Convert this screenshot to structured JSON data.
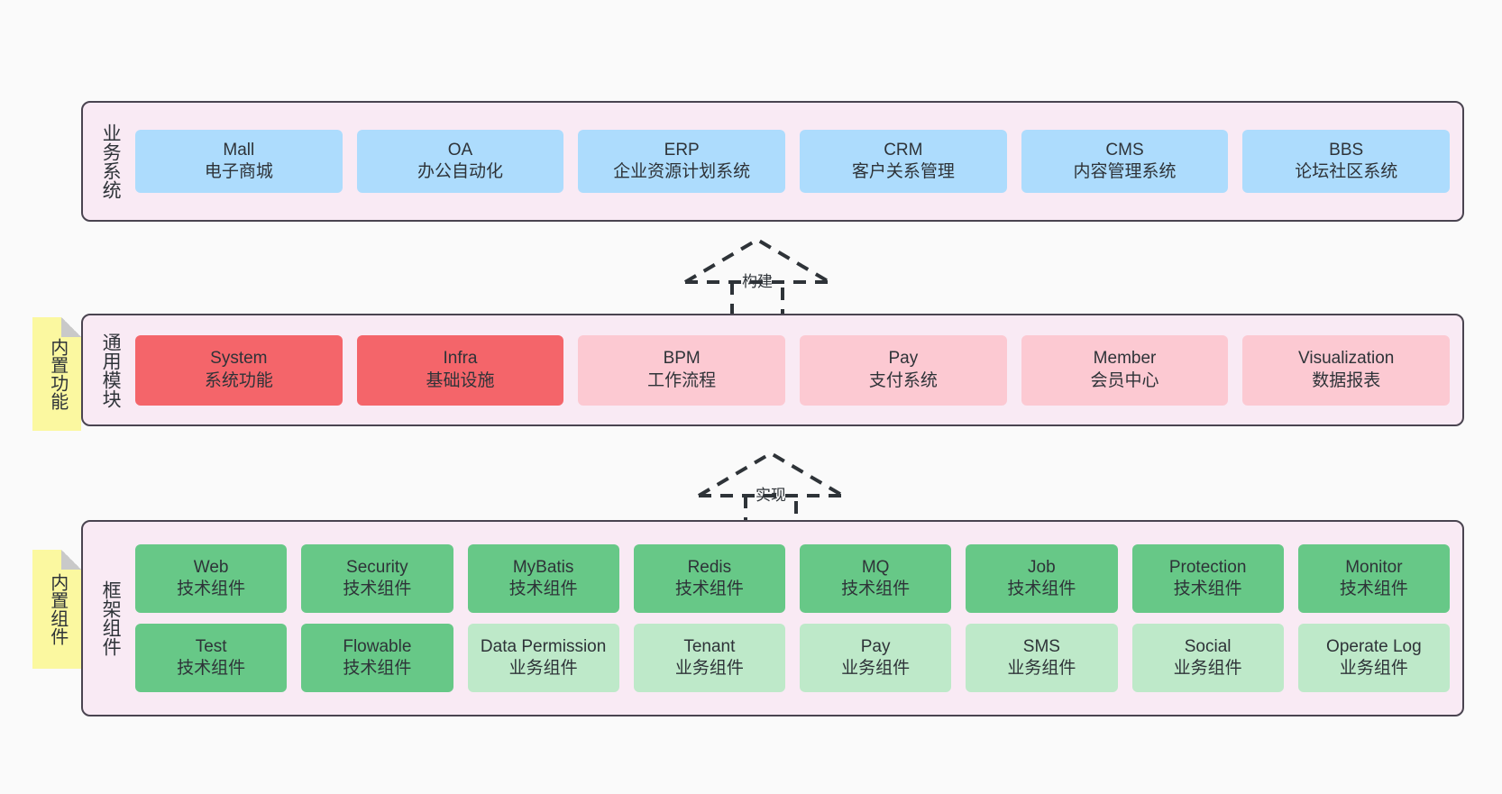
{
  "diagram": {
    "title": "ruoyi-vue-pro architecture layers",
    "colors": {
      "panel_bg": "#f9eaf4",
      "panel_border": "#4a4450",
      "blue": "#addcfd",
      "red": "#f4656a",
      "pink": "#fcc9d2",
      "green": "#67c887",
      "green_light": "#bee9c9",
      "sticky_yellow": "#fbf8a0",
      "canvas": "#fafafa"
    }
  },
  "layers": [
    {
      "id": "business",
      "title": "业务系统",
      "rows": [
        {
          "cells": [
            {
              "en": "Mall",
              "cn": "电子商城",
              "color": "c-blue"
            },
            {
              "en": "OA",
              "cn": "办公自动化",
              "color": "c-blue"
            },
            {
              "en": "ERP",
              "cn": "企业资源计划系统",
              "color": "c-blue"
            },
            {
              "en": "CRM",
              "cn": "客户关系管理",
              "color": "c-blue"
            },
            {
              "en": "CMS",
              "cn": "内容管理系统",
              "color": "c-blue"
            },
            {
              "en": "BBS",
              "cn": "论坛社区系统",
              "color": "c-blue"
            }
          ]
        }
      ]
    },
    {
      "id": "common",
      "title": "通用模块",
      "rows": [
        {
          "cells": [
            {
              "en": "System",
              "cn": "系统功能",
              "color": "c-red"
            },
            {
              "en": "Infra",
              "cn": "基础设施",
              "color": "c-red"
            },
            {
              "en": "BPM",
              "cn": "工作流程",
              "color": "c-pink"
            },
            {
              "en": "Pay",
              "cn": "支付系统",
              "color": "c-pink"
            },
            {
              "en": "Member",
              "cn": "会员中心",
              "color": "c-pink"
            },
            {
              "en": "Visualization",
              "cn": "数据报表",
              "color": "c-pink"
            }
          ]
        }
      ]
    },
    {
      "id": "frame",
      "title": "框架组件",
      "rows": [
        {
          "cells": [
            {
              "en": "Web",
              "cn": "技术组件",
              "color": "c-green"
            },
            {
              "en": "Security",
              "cn": "技术组件",
              "color": "c-green"
            },
            {
              "en": "MyBatis",
              "cn": "技术组件",
              "color": "c-green"
            },
            {
              "en": "Redis",
              "cn": "技术组件",
              "color": "c-green"
            },
            {
              "en": "MQ",
              "cn": "技术组件",
              "color": "c-green"
            },
            {
              "en": "Job",
              "cn": "技术组件",
              "color": "c-green"
            },
            {
              "en": "Protection",
              "cn": "技术组件",
              "color": "c-green"
            },
            {
              "en": "Monitor",
              "cn": "技术组件",
              "color": "c-green"
            }
          ]
        },
        {
          "cells": [
            {
              "en": "Test",
              "cn": "技术组件",
              "color": "c-green"
            },
            {
              "en": "Flowable",
              "cn": "技术组件",
              "color": "c-green"
            },
            {
              "en": "Data Permission",
              "cn": "业务组件",
              "color": "c-green-light",
              "wrap": true
            },
            {
              "en": "Tenant",
              "cn": "业务组件",
              "color": "c-green-light"
            },
            {
              "en": "Pay",
              "cn": "业务组件",
              "color": "c-green-light"
            },
            {
              "en": "SMS",
              "cn": "业务组件",
              "color": "c-green-light"
            },
            {
              "en": "Social",
              "cn": "业务组件",
              "color": "c-green-light"
            },
            {
              "en": "Operate Log",
              "cn": "业务组件",
              "color": "c-green-light"
            }
          ]
        }
      ]
    }
  ],
  "stickies": [
    {
      "id": "common",
      "label": "内置功能"
    },
    {
      "id": "frame",
      "label": "内置组件"
    }
  ],
  "connectors": [
    {
      "id": "build",
      "label": "构建"
    },
    {
      "id": "realize",
      "label": "实现"
    }
  ]
}
